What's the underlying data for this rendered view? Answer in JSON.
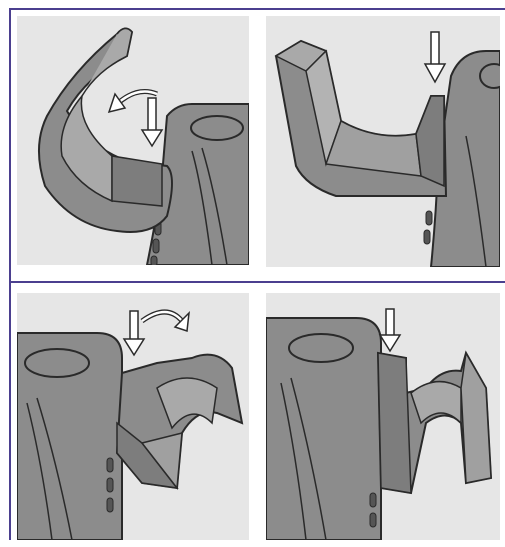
{
  "steps": [
    {
      "id": 1,
      "action": "rotate-hook-arrow",
      "icon": "curved-arrow-icon"
    },
    {
      "id": 2,
      "action": "press-down-arrow",
      "icon": "down-arrow-icon"
    },
    {
      "id": 3,
      "action": "rotate-clamp-arrow",
      "icon": "curved-arrow-icon"
    },
    {
      "id": 4,
      "action": "press-down-arrow",
      "icon": "down-arrow-icon"
    }
  ],
  "colors": {
    "divider": "#4b3f8f",
    "panel_bg": "#e6e6e6",
    "part_fill": "#8c8c8c",
    "part_light": "#a9a9a9",
    "part_dark": "#6e6e6e",
    "outline": "#2a2a2a"
  }
}
